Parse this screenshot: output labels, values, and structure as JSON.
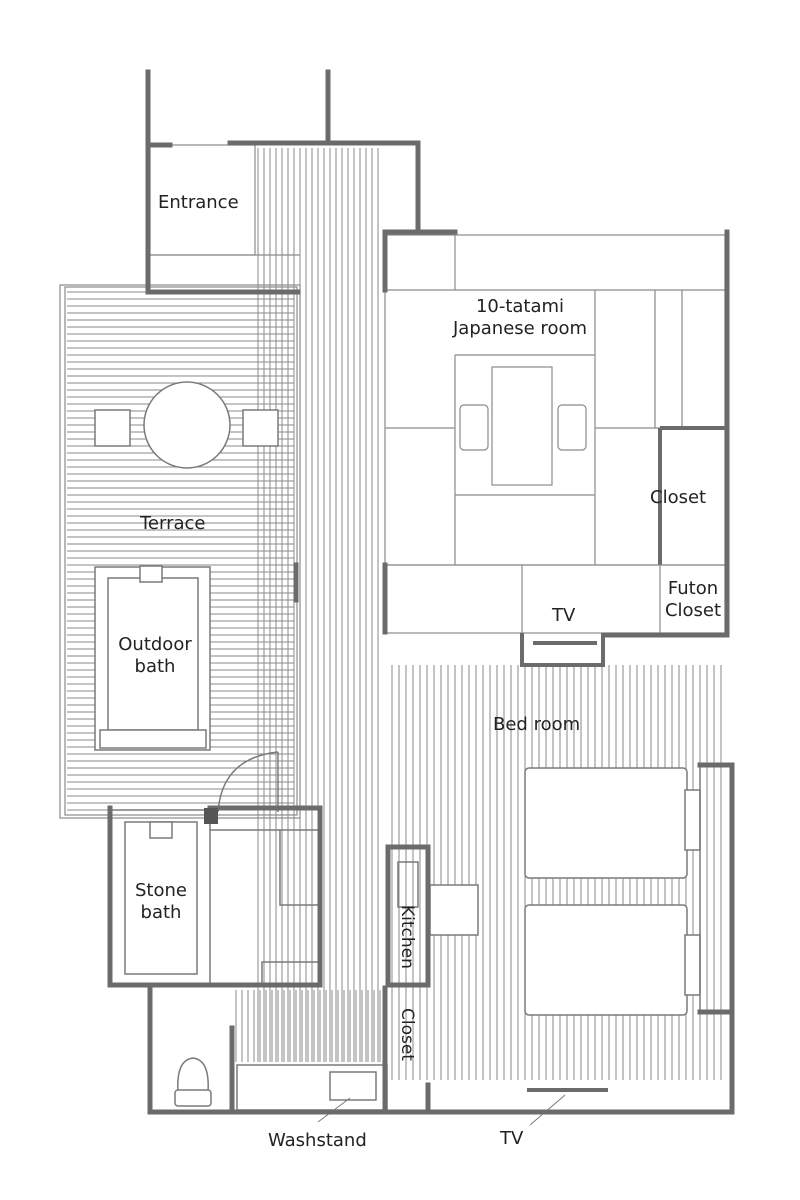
{
  "floorplan": {
    "labels": {
      "entrance": "Entrance",
      "japanese_room": "10-tatami\nJapanese room",
      "terrace": "Terrace",
      "outdoor_bath": "Outdoor\nbath",
      "closet_upper": "Closet",
      "futon_closet": "Futon\nCloset",
      "tv_upper": "TV",
      "bed_room": "Bed room",
      "stone_bath": "Stone\nbath",
      "kitchen": "Kitchen",
      "closet_lower": "Closet",
      "washstand": "Washstand",
      "tv_lower": "TV"
    },
    "colors": {
      "wall": "#6b6b6b",
      "line": "#8a8a8a",
      "text": "#222222",
      "background": "#ffffff"
    }
  }
}
